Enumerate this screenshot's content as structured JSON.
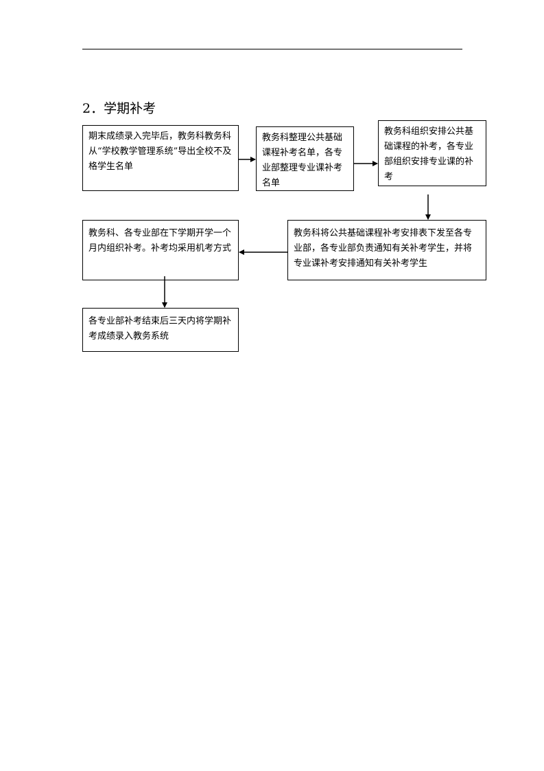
{
  "heading": "2．学期补考",
  "flow": {
    "steps": [
      {
        "id": "b1",
        "text": "期末成绩录入完毕后，教务科教务科从“学校教学管理系统”导出全校不及格学生名单"
      },
      {
        "id": "b2",
        "text": "教务科整理公共基础课程补考名单，各专业部整理专业课补考名单"
      },
      {
        "id": "b3",
        "text": "教务科组织安排公共基础课程的补考，各专业部组织安排专业课的补考"
      },
      {
        "id": "b4",
        "text": "教务科将公共基础课程补考安排表下发至各专业部，各专业部负责通知有关补考学生，并将专业课补考安排通知有关补考学生"
      },
      {
        "id": "b5",
        "text": "教务科、各专业部在下学期开学一个月内组织补考。补考均采用机考方式"
      },
      {
        "id": "b6",
        "text": "各专业部补考结束后三天内将学期补考成绩录入教务系统"
      }
    ],
    "connections": [
      {
        "from": "b1",
        "to": "b2"
      },
      {
        "from": "b2",
        "to": "b3"
      },
      {
        "from": "b3",
        "to": "b4"
      },
      {
        "from": "b4",
        "to": "b5"
      },
      {
        "from": "b5",
        "to": "b6"
      }
    ]
  }
}
